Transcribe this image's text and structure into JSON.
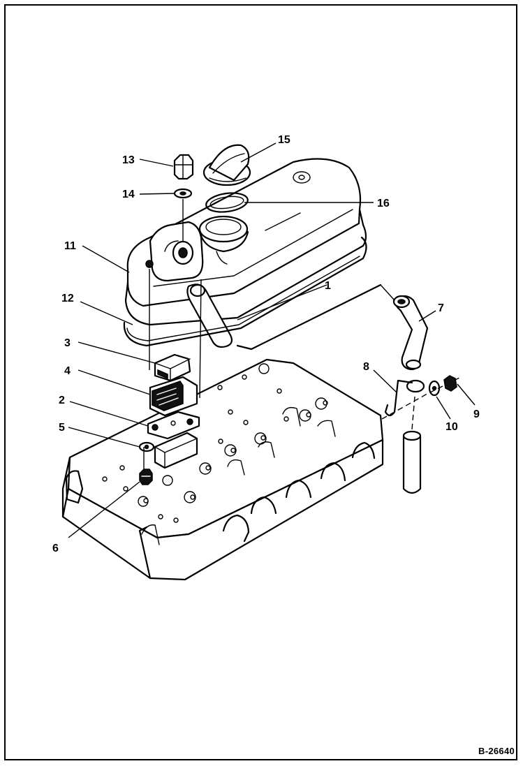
{
  "figure_code": "B-26640",
  "callouts": {
    "c1": "1",
    "c2": "2",
    "c3": "3",
    "c4": "4",
    "c5": "5",
    "c6": "6",
    "c7": "7",
    "c8": "8",
    "c9": "9",
    "c10": "10",
    "c11": "11",
    "c12": "12",
    "c13": "13",
    "c14": "14",
    "c15": "15",
    "c16": "16"
  }
}
